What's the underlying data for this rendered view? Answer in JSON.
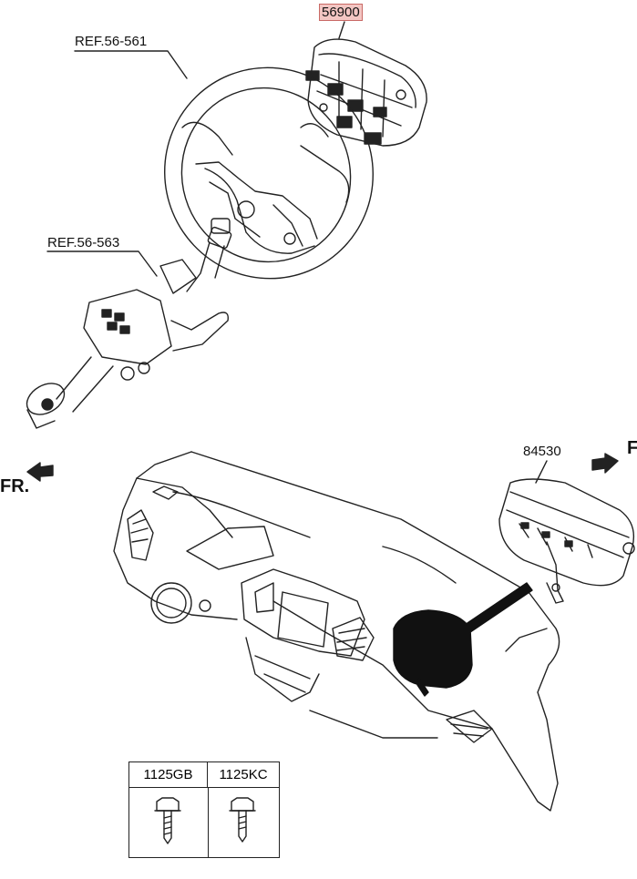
{
  "callouts": {
    "airbag_driver": "56900",
    "steering_wheel_ref": "REF.56-561",
    "steering_column_ref": "REF.56-563",
    "airbag_passenger": "84530",
    "front_left": "FR.",
    "front_right": "F"
  },
  "fastener_table": {
    "columns": [
      "1125GB",
      "1125KC"
    ]
  },
  "colors": {
    "highlight_fill": "#f3c6c3",
    "highlight_border": "#c96a66",
    "line": "#222222"
  }
}
